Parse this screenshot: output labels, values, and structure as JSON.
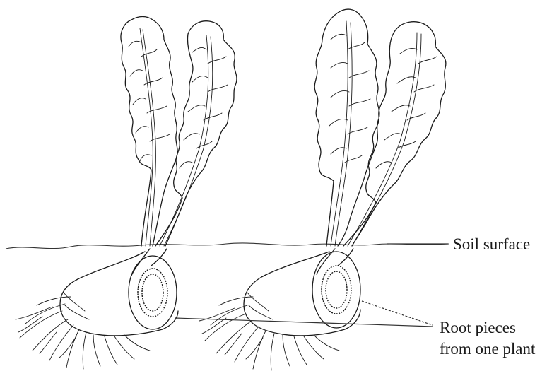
{
  "labels": {
    "soil_surface": "Soil surface",
    "root_pieces_line1": "Root pieces",
    "root_pieces_line2": "from one plant"
  },
  "colors": {
    "ink": "#1a1a1a",
    "background": "#ffffff"
  }
}
